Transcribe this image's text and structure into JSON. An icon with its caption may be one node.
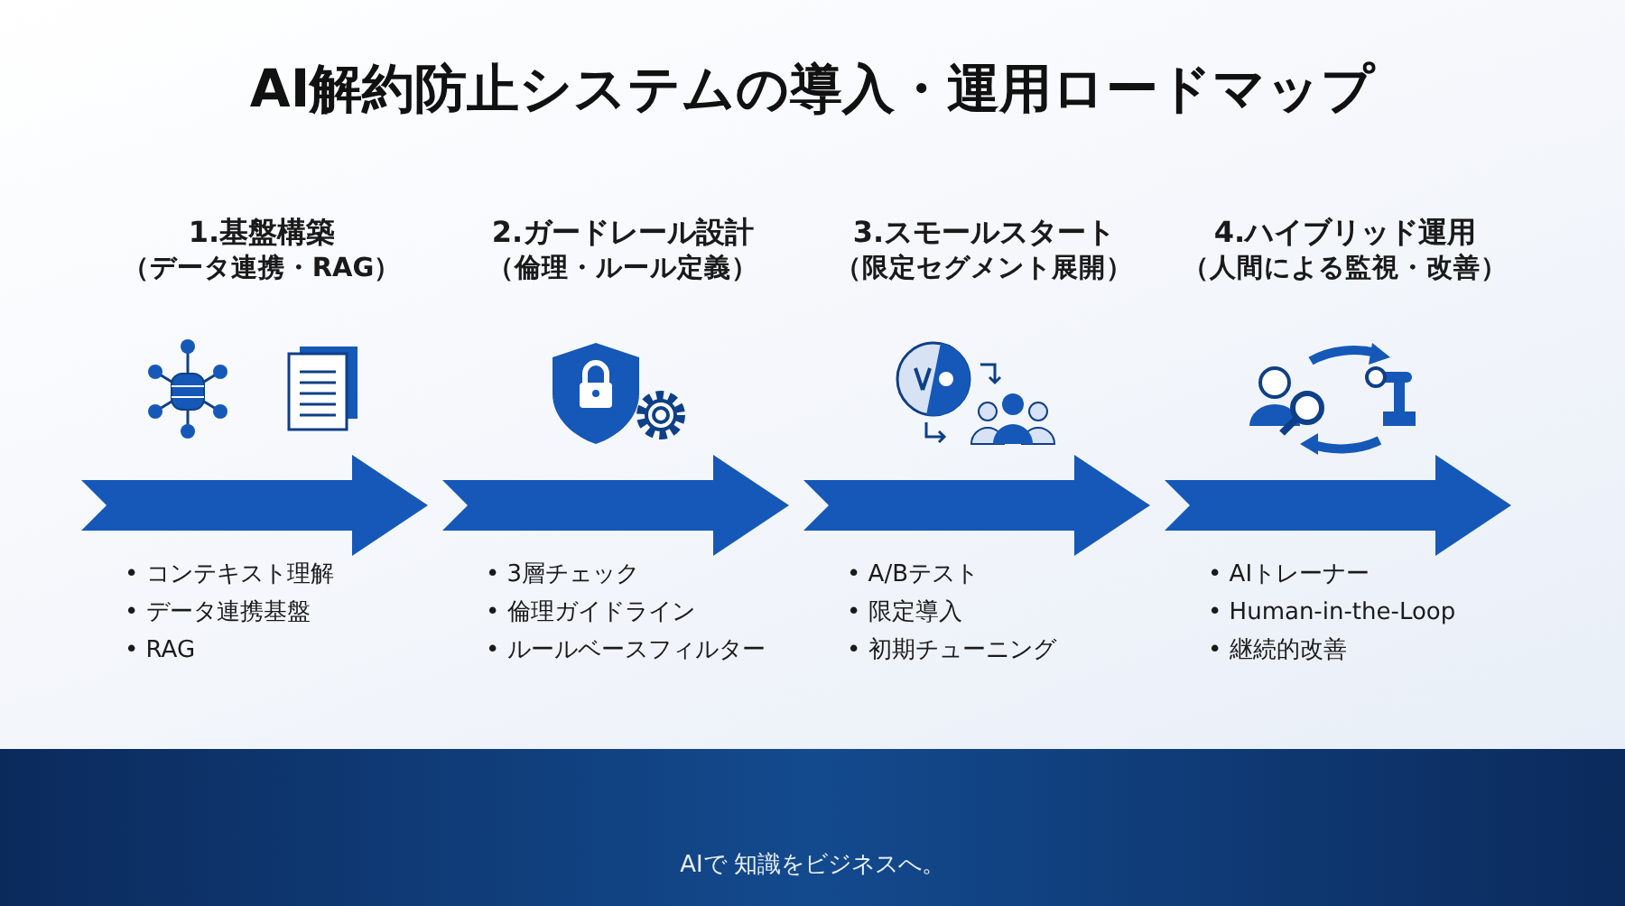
{
  "diagram": {
    "title": "AI解約防止システムの導入・運用ロードマップ",
    "nodes": [
      {
        "text": [
          "1.基盤構築",
          "（データ連携・RAG）"
        ],
        "beside": [
          "• コンテキスト理解",
          "• データ連携基盤",
          "• RAG"
        ]
      },
      {
        "text": [
          "2.ガードレール設計",
          "（倫理・ルール定義）"
        ],
        "beside": [
          "• 3層チェック",
          "• 倫理ガイドライン",
          "• ルールベースフィルター"
        ]
      },
      {
        "text": [
          "3.スモールスタート",
          "（限定セグメント展開）"
        ],
        "beside": [
          "• A/Bテスト",
          "• 限定導入",
          "• 初期チューニング"
        ]
      },
      {
        "text": [
          "4.ハイブリッド運用",
          "（人間による監視・改善）"
        ],
        "beside": [
          "• AIトレーナー",
          "• Human-in-the-Loop",
          "• 継続的改善"
        ]
      }
    ],
    "labels": [
      "AIで 知識をビジネスへ。"
    ]
  }
}
